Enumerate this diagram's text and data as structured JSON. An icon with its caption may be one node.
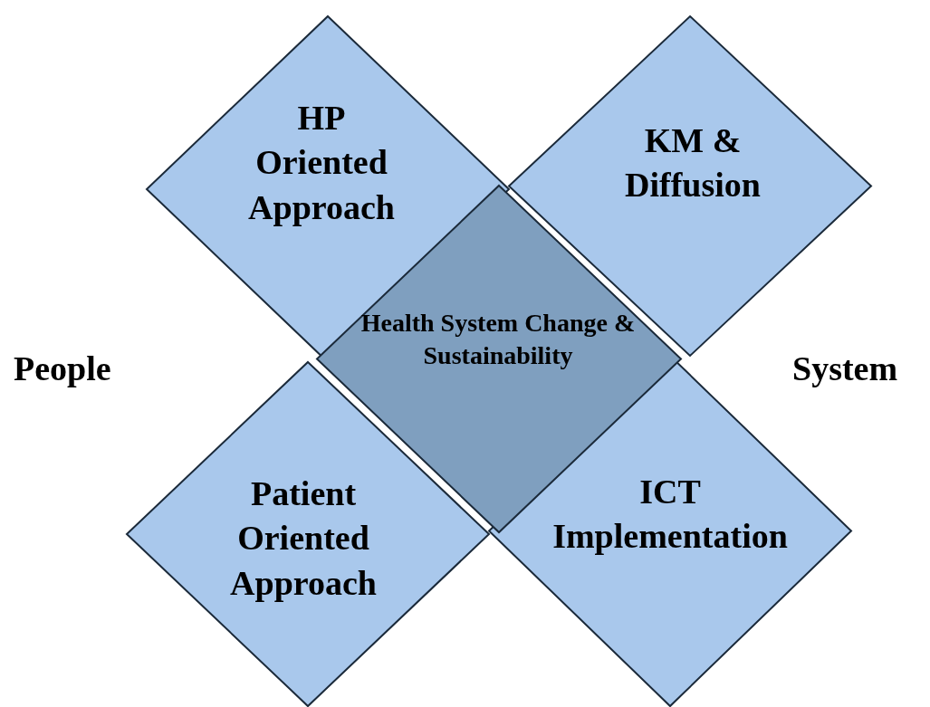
{
  "diagram": {
    "nodes": [
      {
        "text": [
          "HP Oriented Approach"
        ]
      },
      {
        "text": [
          "KM & Diffusion"
        ]
      },
      {
        "text": [
          "Health System Change & Sustainability"
        ]
      },
      {
        "text": [
          "Patient Oriented Approach"
        ]
      },
      {
        "text": [
          "ICT Implementation"
        ]
      }
    ],
    "edges": [],
    "labels": [
      "People",
      "System"
    ]
  }
}
